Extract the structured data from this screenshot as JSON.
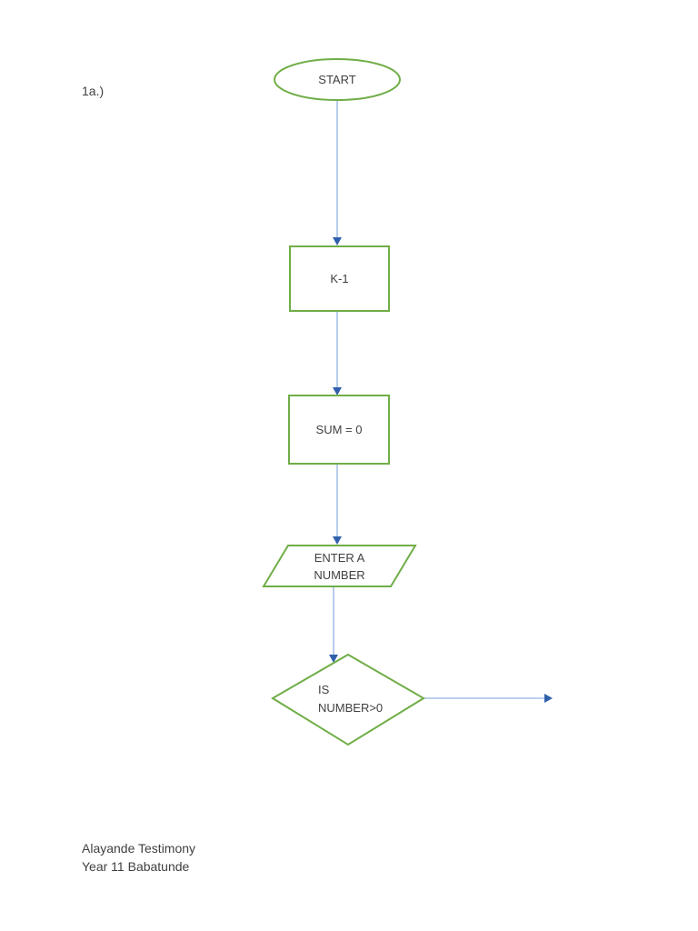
{
  "page": {
    "exercise_label": "1a.)",
    "footer": {
      "line1": "Alayande Testimony",
      "line2": "Year 11 Babatunde"
    }
  },
  "flowchart": {
    "nodes": {
      "start": {
        "type": "terminator",
        "label": "START"
      },
      "k1": {
        "type": "process",
        "label": "K-1"
      },
      "sum": {
        "type": "process",
        "label": "SUM = 0"
      },
      "input": {
        "type": "input-output",
        "label_line1": "ENTER A",
        "label_line2": "NUMBER"
      },
      "decision": {
        "type": "decision",
        "label_line1": "IS",
        "label_line2": "NUMBER>0"
      }
    },
    "connectors": [
      "start-to-k1",
      "k1-to-sum",
      "sum-to-input",
      "input-to-decision",
      "decision-to-right"
    ]
  },
  "colors": {
    "shape_stroke": "#70ad47",
    "connector_line": "#a5bfe8",
    "connector_head": "#3060ac",
    "text": "#404040",
    "page_bg": "#ffffff"
  }
}
